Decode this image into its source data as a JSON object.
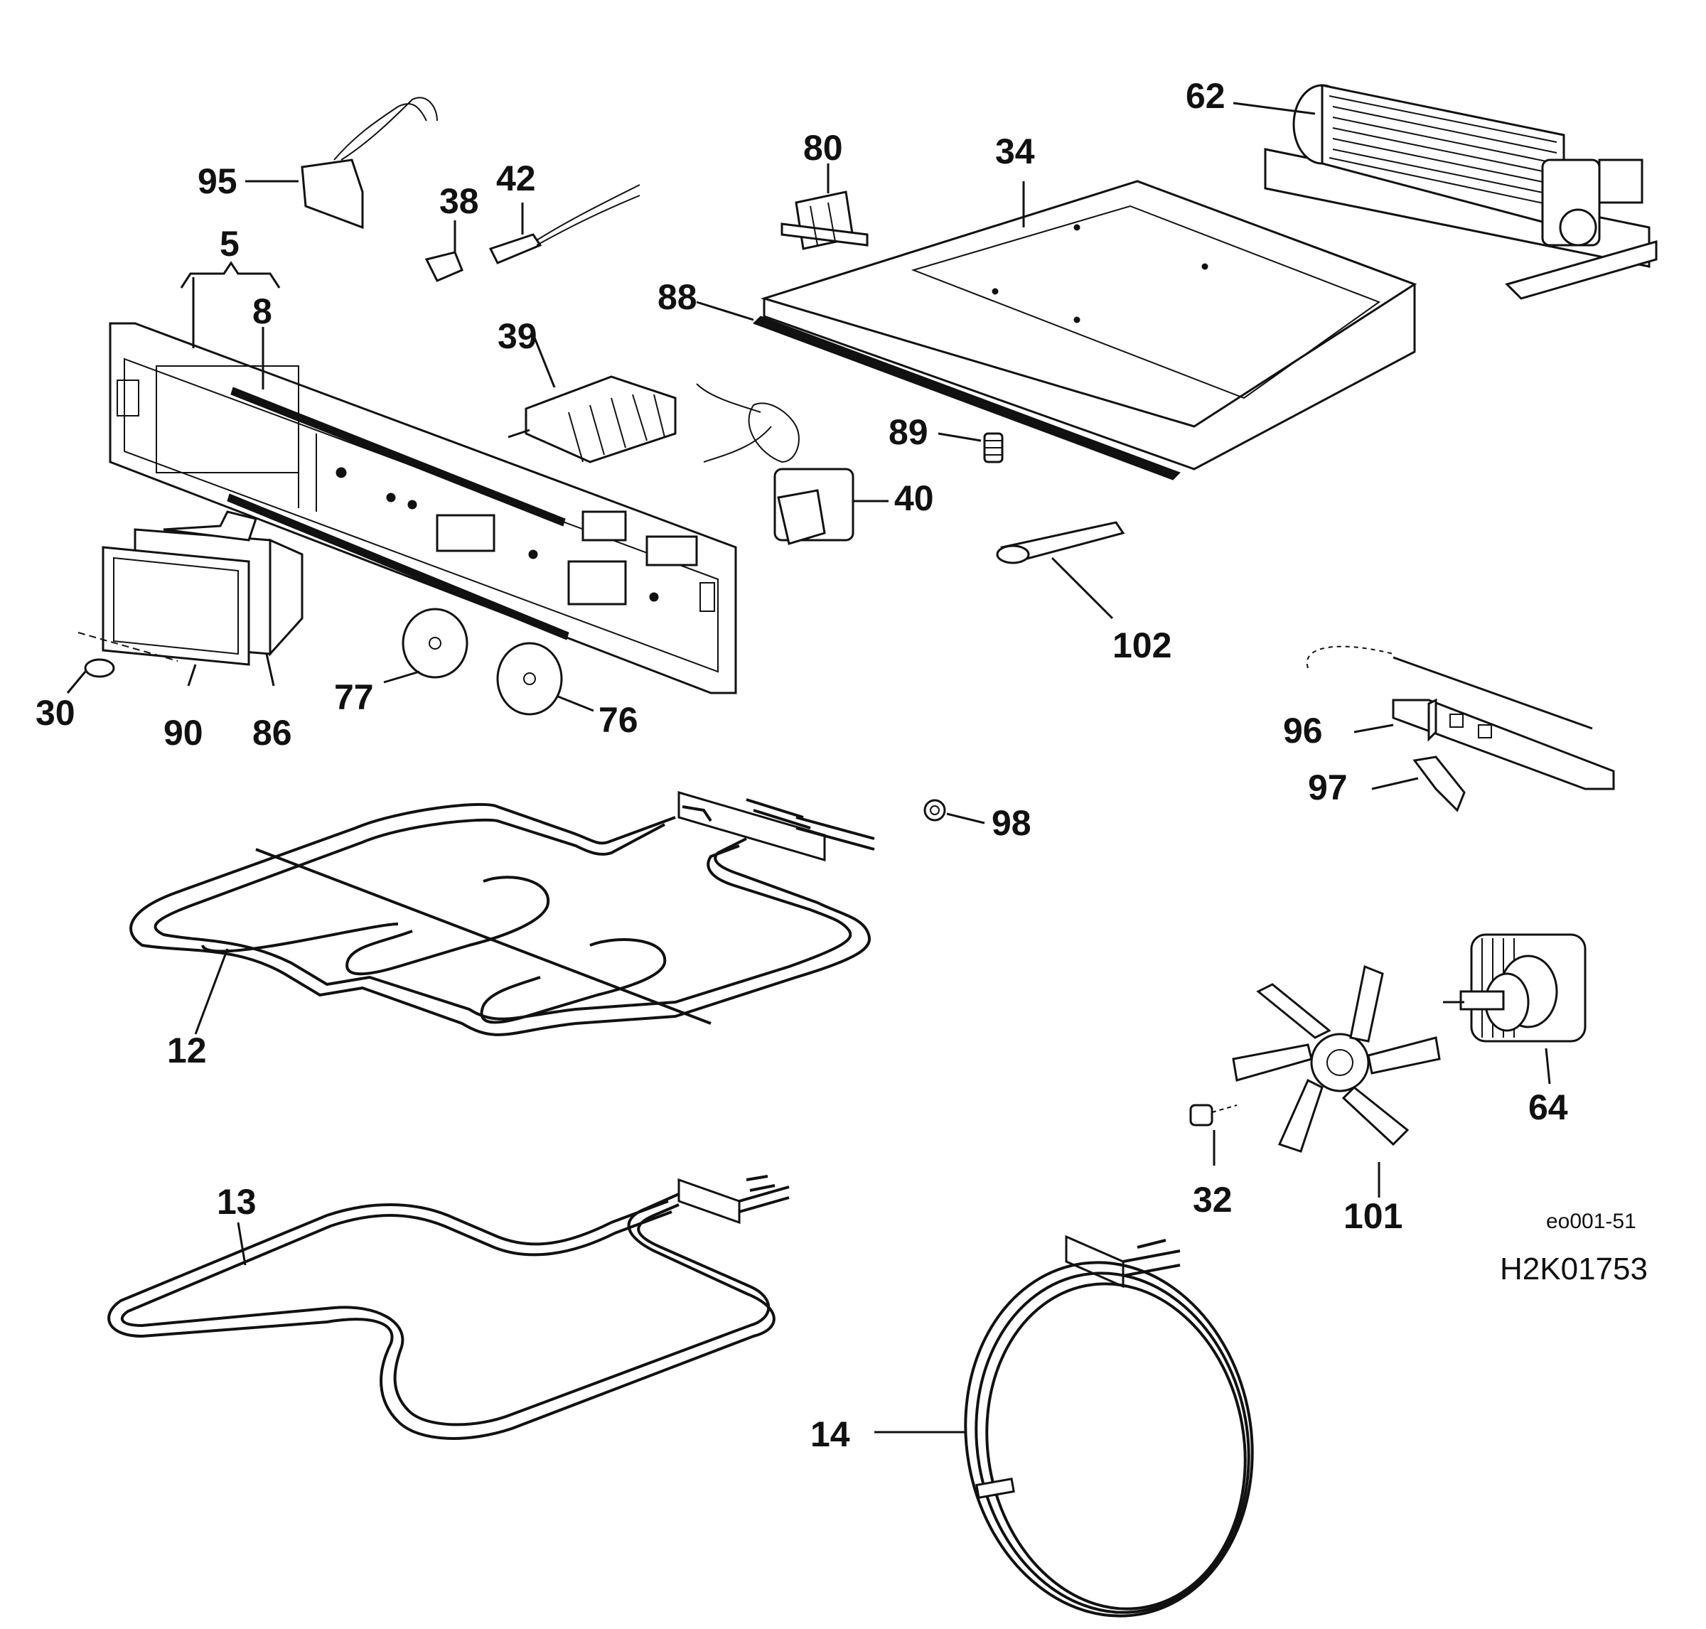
{
  "diagram": {
    "part_labels": {
      "p5": "5",
      "p8": "8",
      "p12": "12",
      "p13": "13",
      "p14": "14",
      "p30": "30",
      "p32": "32",
      "p34": "34",
      "p38": "38",
      "p39": "39",
      "p40": "40",
      "p42": "42",
      "p62": "62",
      "p64": "64",
      "p76": "76",
      "p77": "77",
      "p80": "80",
      "p86": "86",
      "p88": "88",
      "p89": "89",
      "p90": "90",
      "p95": "95",
      "p96": "96",
      "p97": "97",
      "p98": "98",
      "p101": "101",
      "p102": "102"
    },
    "small_code": "eo001-51",
    "drawing_code": "H2K01753"
  }
}
